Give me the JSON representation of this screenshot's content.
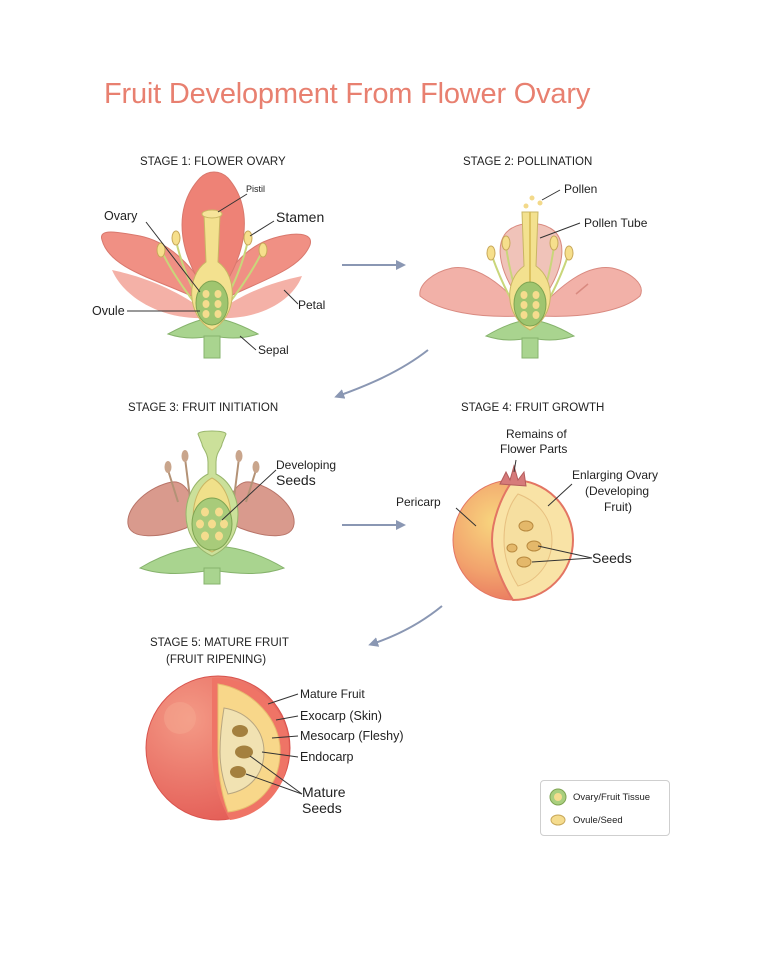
{
  "title": "Fruit Development From Flower Ovary",
  "stages": [
    {
      "title": "STAGE 1: FLOWER OVARY"
    },
    {
      "title": "STAGE 2: POLLINATION"
    },
    {
      "title": "STAGE 3: FRUIT INITIATION"
    },
    {
      "title": "STAGE 4: FRUIT GROWTH"
    },
    {
      "title": "STAGE 5: MATURE FRUIT",
      "subtitle": "(FRUIT RIPENING)"
    }
  ],
  "labels": {
    "pistil": "Pistil",
    "ovary": "Ovary",
    "stamen": "Stamen",
    "ovule": "Ovule",
    "petal": "Petal",
    "sepal": "Sepal",
    "pollen": "Pollen",
    "pollen_tube": "Pollen Tube",
    "developing_seeds_1": "Developing",
    "developing_seeds_2": "Seeds",
    "remains_1": "Remains of",
    "remains_2": "Flower Parts",
    "enlarging_1": "Enlarging Ovary",
    "enlarging_2": "(Developing",
    "enlarging_3": "Fruit)",
    "pericarp": "Pericarp",
    "seeds": "Seeds",
    "mature_fruit": "Mature Fruit",
    "exocarp": "Exocarp (Skin)",
    "mesocarp": "Mesocarp (Fleshy)",
    "endocarp": "Endocarp",
    "mature_seeds_1": "Mature",
    "mature_seeds_2": "Seeds"
  },
  "legend": {
    "items": [
      {
        "label": "Ovary/Fruit Tissue",
        "color": "#a9cf7e"
      },
      {
        "label": "Ovule/Seed",
        "color": "#f5dc8e"
      }
    ]
  },
  "colors": {
    "title": "#e88070",
    "petal": "#ef8a7e",
    "petal_light": "#f3b3a8",
    "sepal": "#a9d48f",
    "pistil": "#f3e18f",
    "ovary_tissue": "#9fc56f",
    "seed": "#f5dc8e",
    "arrow": "#8a97b3",
    "fruit_red": "#ea6b62",
    "fruit_flesh": "#f8d78a"
  }
}
